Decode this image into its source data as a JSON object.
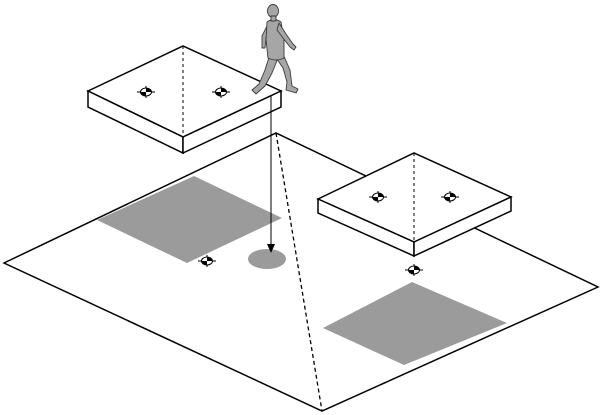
{
  "diagram": {
    "colors": {
      "background": "#ffffff",
      "stroke": "#000000",
      "panel_fill": "#9b9b9b",
      "platform_face": "#ffffff",
      "spot_fill": "#9b9b9b",
      "person_fill": "#a6a6a6",
      "person_stroke": "#3a3a3a"
    },
    "elements": {
      "floor": "floor-plane",
      "left_platform": "raised-platform-left",
      "right_platform": "raised-platform-right",
      "walker": "walking-person-icon",
      "marker": "crosshair-marker-icon",
      "panel": "gray-floor-panel",
      "projection_spot": "projected-position-spot"
    }
  }
}
